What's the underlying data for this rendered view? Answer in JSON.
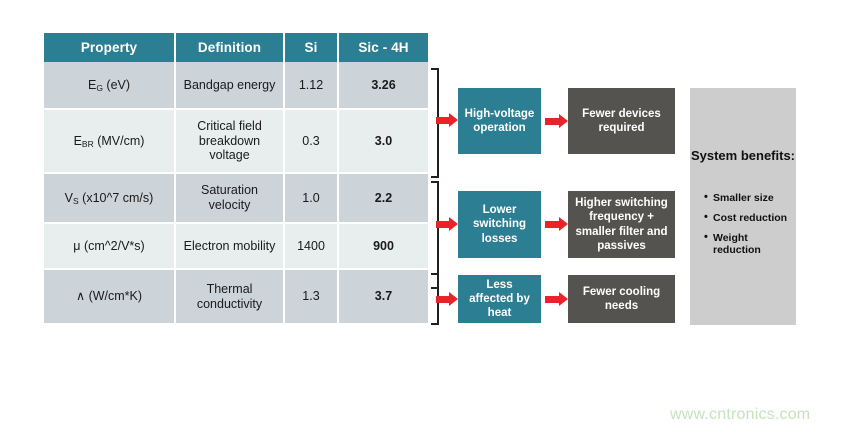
{
  "table": {
    "headers": [
      "Property",
      "Definition",
      "Si",
      "Sic - 4H"
    ],
    "rows": [
      {
        "property_main": "E",
        "property_sub": "G",
        "property_tail": " (eV)",
        "definition": "Bandgap energy",
        "si": "1.12",
        "sic": "3.26"
      },
      {
        "property_main": "E",
        "property_sub": "BR",
        "property_tail": " (MV/cm)",
        "definition": "Critical field breakdown voltage",
        "si": "0.3",
        "sic": "3.0"
      },
      {
        "property_main": "V",
        "property_sub": "S",
        "property_tail": " (x10^7 cm/s)",
        "definition": "Saturation velocity",
        "si": "1.0",
        "sic": "2.2"
      },
      {
        "property_main": "μ (cm^2/V*s)",
        "property_sub": "",
        "property_tail": "",
        "definition": "Electron mobility",
        "si": "1400",
        "sic": "900"
      },
      {
        "property_main": "∧ (W/cm*K)",
        "property_sub": "",
        "property_tail": "",
        "definition": "Thermal conductivity",
        "si": "1.3",
        "sic": "3.7"
      }
    ]
  },
  "flow": {
    "rows": [
      {
        "cause": "High-voltage operation",
        "effect": "Fewer devices required"
      },
      {
        "cause": "Lower switching losses",
        "effect": "Higher switching frequency + smaller filter and passives"
      },
      {
        "cause": "Less affected by heat",
        "effect": "Fewer cooling needs"
      }
    ]
  },
  "benefits": {
    "title": "System benefits:",
    "items": [
      "Smaller size",
      "Cost reduction",
      "Weight reduction"
    ]
  },
  "watermark": "www.cntronics.com",
  "colors": {
    "header_teal": "#2c7f93",
    "box_gray": "#555350",
    "arrow_red": "#e8242a",
    "value_red": "#e11a20",
    "row_dark": "#ccd3d9",
    "row_light": "#e8edee",
    "panel_gray": "#cdcdcd",
    "watermark_green": "#c6e3bd"
  }
}
